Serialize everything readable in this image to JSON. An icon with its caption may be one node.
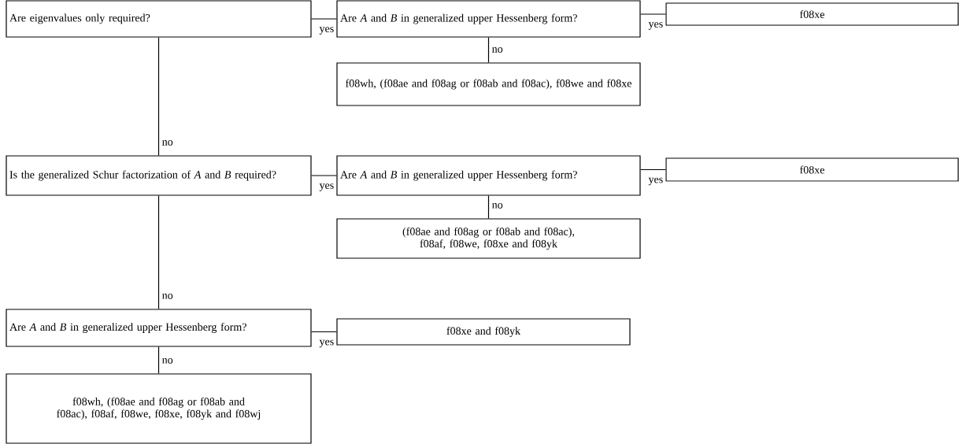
{
  "diagram": {
    "nodes": [
      {
        "text": [
          "Are eigenvalues only required?"
        ]
      },
      {
        "text": [
          "Are *A* and *B* in generalized upper Hessenberg form?"
        ]
      },
      {
        "text": [
          "f08xe"
        ]
      },
      {
        "text": [
          "f08wh, (f08ae and f08ag or f08ab and f08ac), f08we and f08xe"
        ]
      },
      {
        "text": [
          "Is the generalized Schur factorization of *A* and *B* required?"
        ]
      },
      {
        "text": [
          "Are *A* and *B* in generalized upper Hessenberg form?"
        ]
      },
      {
        "text": [
          "f08xe"
        ]
      },
      {
        "text": [
          "(f08ae and f08ag or f08ab and f08ac), f08af, f08we, f08xe and f08yk"
        ]
      },
      {
        "text": [
          "Are *A* and *B* in generalized upper Hessenberg form?"
        ]
      },
      {
        "text": [
          "f08xe and f08yk"
        ]
      },
      {
        "text": [
          "f08wh, (f08ae and f08ag or f08ab and f08ac), f08af, f08we, f08xe, f08yk and f08wj"
        ]
      }
    ],
    "edges": [
      {
        "from": 0,
        "to": 1,
        "arrow": "none",
        "label": "yes"
      },
      {
        "from": 1,
        "to": 2,
        "arrow": "none",
        "label": "yes"
      },
      {
        "from": 1,
        "to": 3,
        "arrow": "none",
        "label": "no"
      },
      {
        "from": 0,
        "to": 4,
        "arrow": "none",
        "label": "no"
      },
      {
        "from": 4,
        "to": 5,
        "arrow": "none",
        "label": "yes"
      },
      {
        "from": 5,
        "to": 6,
        "arrow": "none",
        "label": "yes"
      },
      {
        "from": 5,
        "to": 7,
        "arrow": "none",
        "label": "no"
      },
      {
        "from": 4,
        "to": 8,
        "arrow": "none",
        "label": "no"
      },
      {
        "from": 8,
        "to": 9,
        "arrow": "none",
        "label": "yes"
      },
      {
        "from": 8,
        "to": 10,
        "arrow": "none",
        "label": "no"
      }
    ]
  }
}
